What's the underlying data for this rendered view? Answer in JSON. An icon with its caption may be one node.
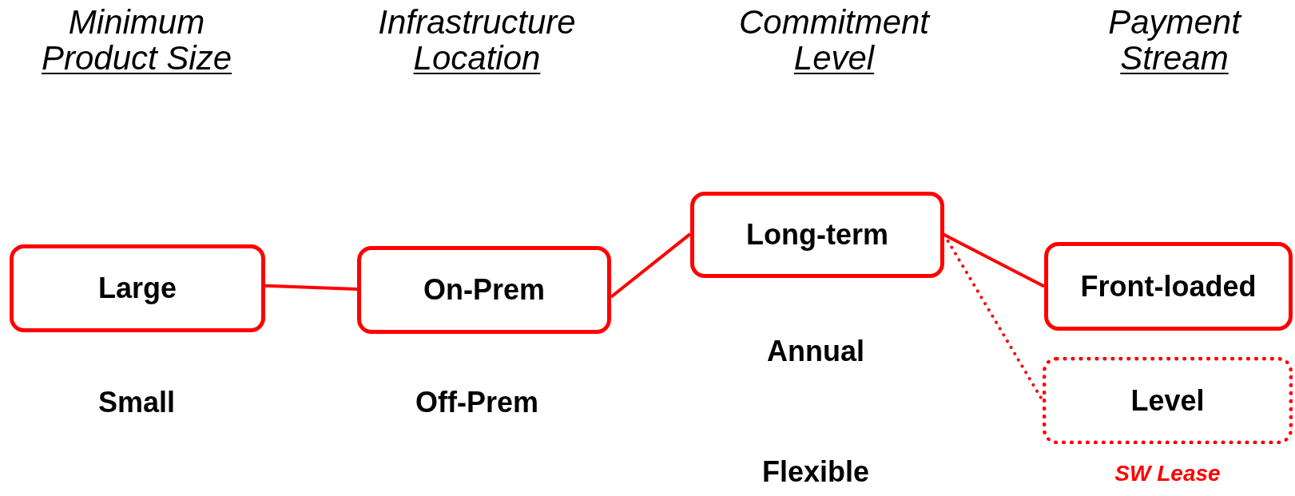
{
  "diagram": {
    "nodes": [
      {
        "text": [
          "Large"
        ]
      },
      {
        "text": [
          "On-Prem"
        ]
      },
      {
        "text": [
          "Long-term"
        ]
      },
      {
        "text": [
          "Front-loaded"
        ]
      },
      {
        "text": [
          "Level"
        ],
        "beside": [
          "SW Lease"
        ]
      }
    ],
    "edges": [
      {
        "from": 0,
        "to": 1,
        "arrow": "none"
      },
      {
        "from": 1,
        "to": 2,
        "arrow": "none"
      },
      {
        "from": 2,
        "to": 3,
        "arrow": "none"
      },
      {
        "from": 2,
        "to": 4,
        "arrow": "none",
        "style": "dashed"
      }
    ],
    "labels": [
      "Minimum",
      "Product Size",
      "Infrastructure",
      "Location",
      "Commitment",
      "Level",
      "Payment",
      "Stream",
      "Annual",
      "Small",
      "Off-Prem",
      "Flexible"
    ]
  }
}
